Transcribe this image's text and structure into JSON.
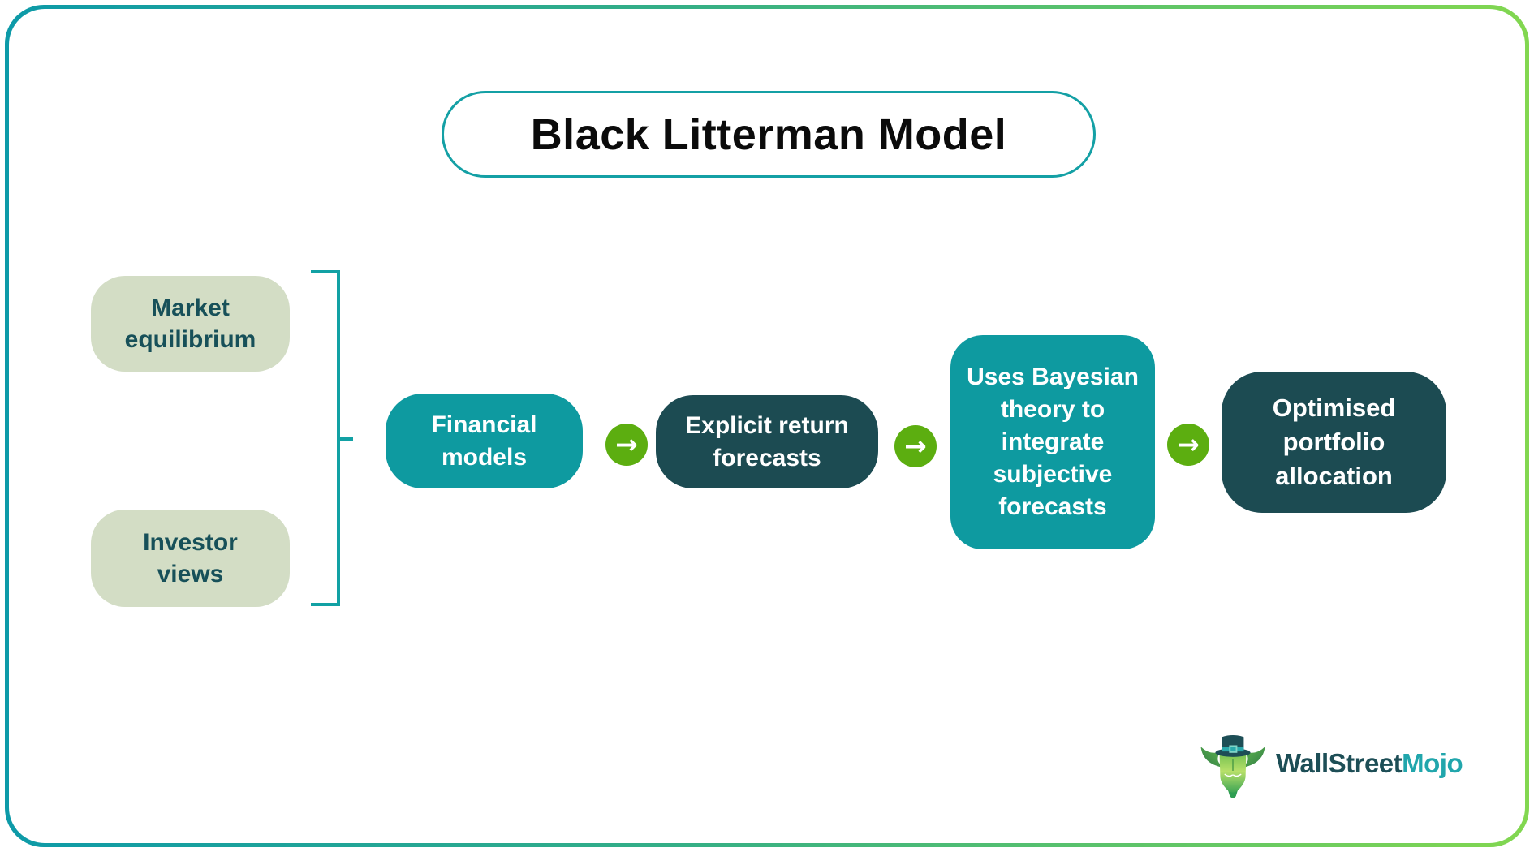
{
  "title": "Black Litterman Model",
  "inputs": [
    {
      "label": "Market\nequilibrium"
    },
    {
      "label": "Investor\nviews"
    }
  ],
  "flow": [
    {
      "label": "Financial\nmodels"
    },
    {
      "label": "Explicit return\nforecasts"
    },
    {
      "label": "Uses Bayesian\ntheory to\nintegrate\nsubjective\nforecasts"
    },
    {
      "label": "Optimised\nportfolio\nallocation"
    }
  ],
  "icons": {
    "flow_arrow": "→",
    "mascot": "bull-with-top-hat"
  },
  "logo": {
    "wallstreet": "WallStreet",
    "mojo": "Mojo"
  },
  "colors": {
    "teal_box": "#0E9AA0",
    "dark_teal_box": "#1C4B52",
    "light_green_box": "#D3DDC5",
    "input_text": "#175059",
    "arrow_green": "#5CAE10",
    "bracket_teal": "#12A1A4",
    "title_border_teal": "#14A0A5",
    "frame_gradient_start": "#0D9AA8",
    "frame_gradient_end": "#82D750",
    "logo_dark": "#1D4E56",
    "logo_teal": "#21A6AC"
  }
}
